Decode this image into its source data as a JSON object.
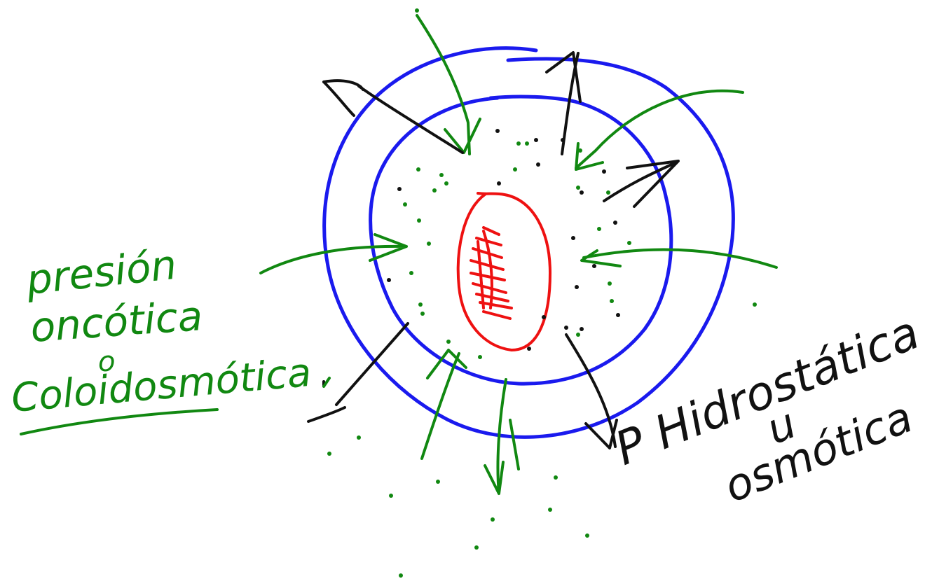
{
  "colors": {
    "membrane": "#1a1aee",
    "nucleus": "#ee1111",
    "oncotic": "#118811",
    "hydrostatic": "#111111",
    "background": "#ffffff"
  },
  "labels": {
    "oncotic_line1": "presión",
    "oncotic_line2": "oncótica",
    "oncotic_line3": "o",
    "oncotic_line4": "Coloidosmótica",
    "hydro_line1": "P Hidrostática",
    "hydro_line2": "u",
    "hydro_line3": "osmótica"
  },
  "icons": {
    "inward_arrow": "green-arrow-icon",
    "outward_arrow": "black-arrow-icon"
  }
}
